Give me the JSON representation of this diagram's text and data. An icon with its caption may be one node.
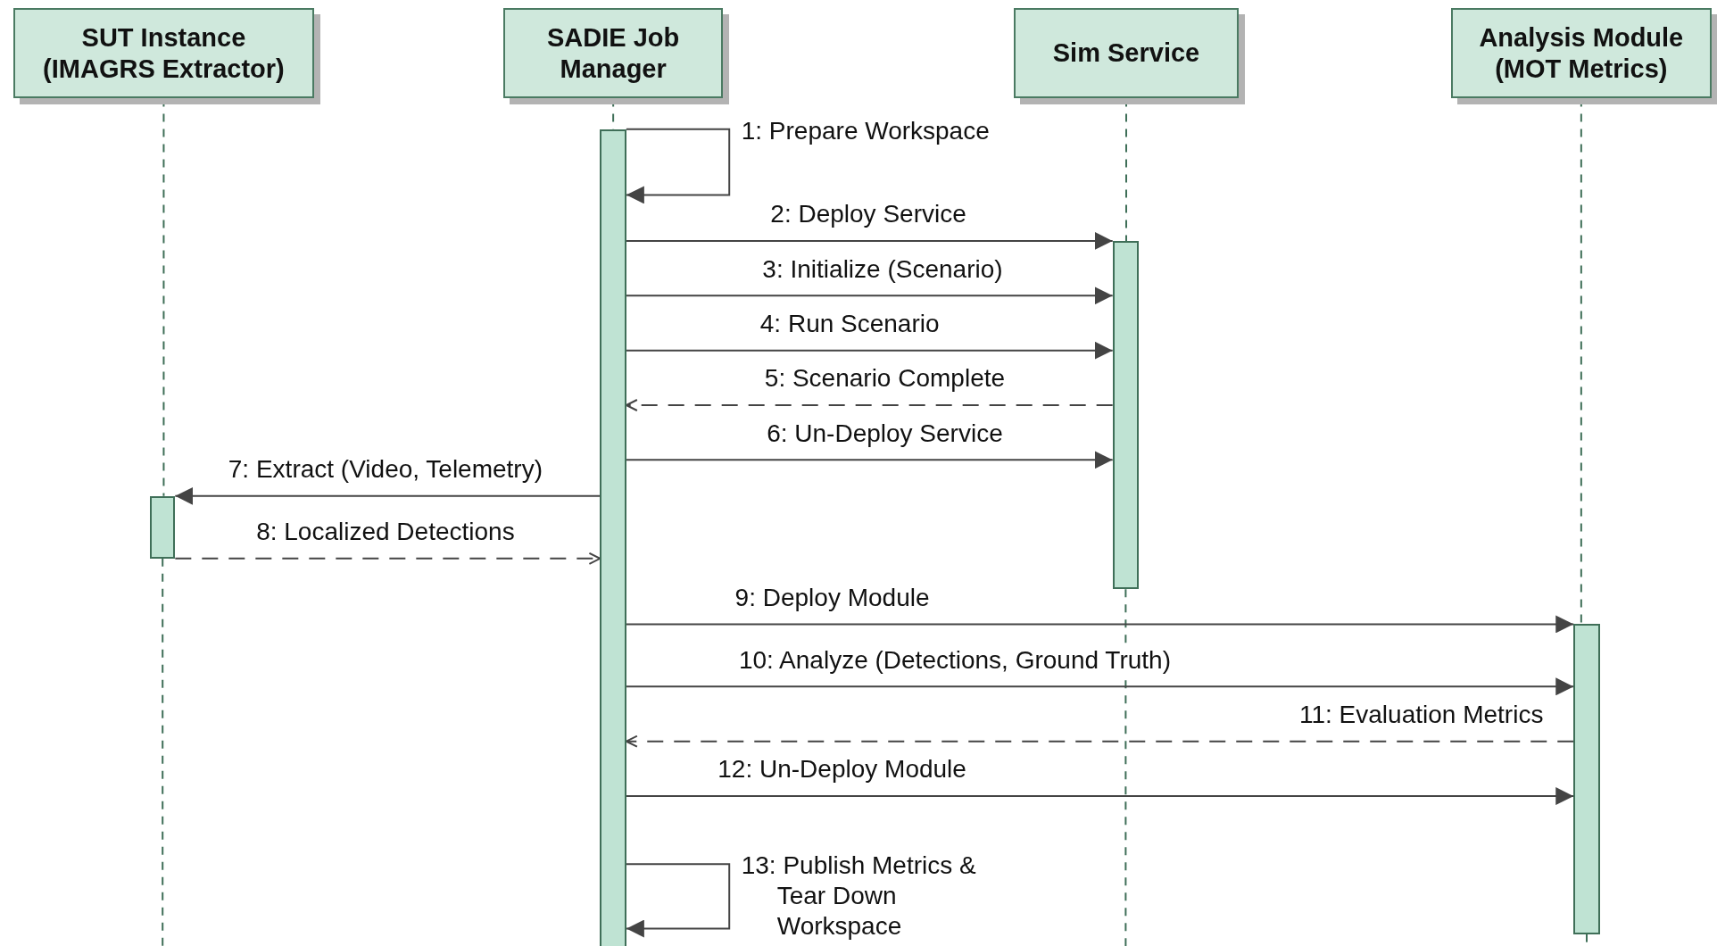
{
  "diagram": {
    "nodes": [
      {
        "text": [
          "SUT Instance (IMAGRS Extractor)"
        ]
      },
      {
        "text": [
          "SADIE Job Manager"
        ]
      },
      {
        "text": [
          "Sim Service"
        ]
      },
      {
        "text": [
          "Analysis Module (MOT Metrics)"
        ]
      },
      {
        "text": [],
        "shape": "bar"
      },
      {
        "text": [],
        "shape": "bar"
      },
      {
        "text": [],
        "shape": "bar"
      },
      {
        "text": [],
        "shape": "bar"
      }
    ],
    "edges": [
      {
        "from": 5,
        "to": 5,
        "arrow": "to",
        "label": "1:  Prepare Workspace"
      },
      {
        "from": 5,
        "to": 6,
        "arrow": "to",
        "label": "2:  Deploy Service"
      },
      {
        "from": 5,
        "to": 6,
        "arrow": "to",
        "label": "3:  Initialize (Scenario)"
      },
      {
        "from": 5,
        "to": 6,
        "arrow": "to",
        "label": "4:  Run Scenario"
      },
      {
        "from": 6,
        "to": 5,
        "arrow": "to",
        "label": "5:  Scenario Complete",
        "style": "dashed"
      },
      {
        "from": 5,
        "to": 6,
        "arrow": "to",
        "label": "6:  Un-Deploy Service"
      },
      {
        "from": 5,
        "to": 4,
        "arrow": "to",
        "label": "7:  Extract (Video, Telemetry)"
      },
      {
        "from": 4,
        "to": 5,
        "arrow": "to",
        "label": "8:  Localized Detections",
        "style": "dashed"
      },
      {
        "from": 5,
        "to": 7,
        "arrow": "to",
        "label": "9:  Deploy Module"
      },
      {
        "from": 5,
        "to": 7,
        "arrow": "to",
        "label": "10:  Analyze (Detections, Ground Truth)"
      },
      {
        "from": 7,
        "to": 5,
        "arrow": "to",
        "label": "11:  Evaluation Metrics",
        "style": "dashed"
      },
      {
        "from": 5,
        "to": 7,
        "arrow": "to",
        "label": "12:  Un-Deploy Module"
      },
      {
        "from": 5,
        "to": 5,
        "arrow": "to",
        "label": "13:  Publish Metrics & Tear Down Workspace"
      },
      {
        "from": 0,
        "to": 4,
        "arrow": "none",
        "style": "dashed"
      },
      {
        "from": 1,
        "to": 5,
        "arrow": "none",
        "style": "dashed"
      },
      {
        "from": 2,
        "to": 6,
        "arrow": "none",
        "style": "dashed"
      },
      {
        "from": 3,
        "to": 7,
        "arrow": "none",
        "style": "dashed"
      }
    ]
  }
}
